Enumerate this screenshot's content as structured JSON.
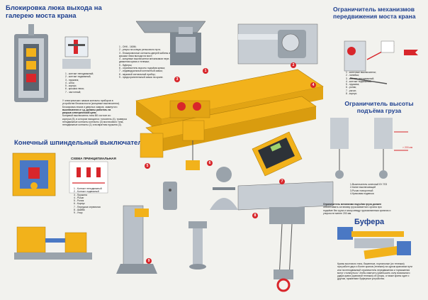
{
  "headings": {
    "hatch_lock": "Блокировка люка выхода на галерею моста крана",
    "bridge_limiter": "Ограничитель механизмов передвижения моста крана",
    "lift_limiter": "Ограничитель высоты подъёма груза",
    "spindle_switch": "Конечный шпиндельный выключатель",
    "spindle_scheme": "СХЕМА ПРИНЦИПИАЛЬНАЯ",
    "buffers": "Буфера"
  },
  "hatch_legend": [
    "1 - контакт неподвижный;",
    "2 - контакт подвижный;",
    "3 - пружина;",
    "4 - шток;",
    "5 - корпус;",
    "6 - крышка люка;",
    "7 - частотный;"
  ],
  "hatch_note": [
    "У электрических замков контакты приборов в",
    "устройстве безопасности (концевые выключатели).",
    "Блокировка люков и дверных замков, замкнутого",
    "выключателя и т.д. должны работать на",
    "разрыв электрической цепи.",
    "Концевой выключатель типа ВК состоит из:",
    "корпуса (5), в котором находятся: толкатель (4), траверса",
    "неподвижные контакты контакты (3) мостикового типа,",
    "неподвижные контакты (1) и возвратная пружина (3)."
  ],
  "crane_legend": [
    "1 - ОНК - 160М;",
    "2 - упоры на концах рельсового пути;",
    "3 - блокировочные контакты дверей кабины и",
    "крышки люка выхода на мост;",
    "4 - концевые выключатели механизмов пере-",
    "движения крана и тележки;",
    "5 - буферы;",
    "6 - ограничитель высоты подъёма крюка;",
    "7 - индивидуальный контактный замок;",
    "8 - звуковой сигнальный прибор;",
    "9 - предохранительный замок на кране."
  ],
  "bridge_legend": [
    "1 - конечные выключатели;",
    "2 - линейка;",
    "3 - контакт неподвижный;",
    "4 - контакт подвижный;",
    "5 - пружина;",
    "6 - ролик;",
    "7 - рычаг;",
    "8 - корпус."
  ],
  "lift_legend": [
    "1-Выключатель конечный КУ-703",
    "2-Канат выключающий",
    "3-Рычаг поворотный",
    "4-Крюковая подвеска"
  ],
  "lift_dimension": "> 200 мм",
  "spindle_legend": [
    "1 - Контакт неподвижный",
    "2 - Контакт подвижный",
    "3 - Пружина",
    "4 - Рычаг",
    "5 - Ролик",
    "6 - Корпус",
    "7 - Передача червячная",
    "8 - Шайба",
    "9 - Упор"
  ],
  "lift_note": [
    "Ограничитель механизма подъёма груза должен",
    "обеспечивать остановку грузозахватного органа при",
    "подъёме без груза и зазор между грузозахватным органом и",
    "упором не менее 200 мм."
  ],
  "buffer_note": [
    "Краны мостового типа, башенные, портальные (их тележки)",
    "при работе двух и более кранов (тележек) на одном крановом пути",
    "или на неподвижный ограничитель передвижения и торможения",
    "могут столкнуться. Чтобы смягчить (уменьшить силу возможного",
    "удара крана (крановой тележки) об упоры, а также краны один с",
    "другим, применяют буферные устройства."
  ],
  "colors": {
    "heading": "#1d3f8f",
    "crane": "#f2b21b",
    "marker": "#d8262b",
    "steel": "#b9c0c8"
  }
}
